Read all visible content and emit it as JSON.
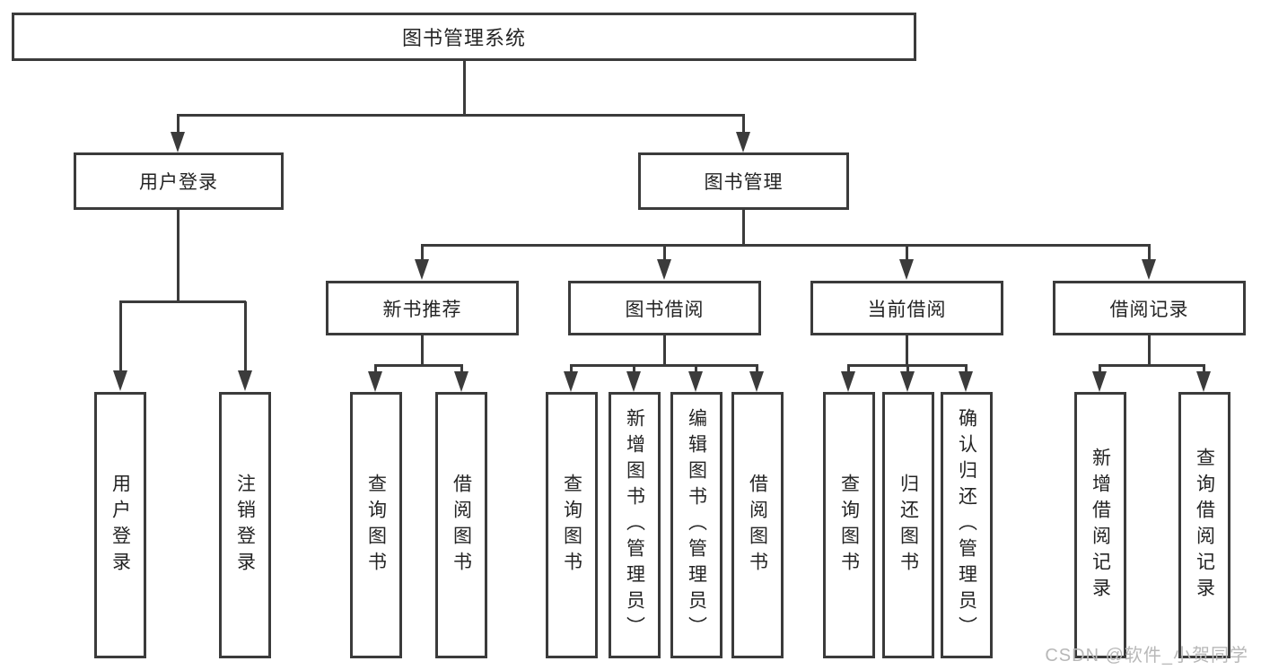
{
  "page": {
    "background_color": "#ffffff",
    "line_color": "#3b3b3b",
    "text_color": "#242424",
    "watermark_color": "#b8b8b8"
  },
  "diagram": {
    "type": "hierarchy-tree",
    "root": {
      "label": "图书管理系统"
    },
    "branches": [
      {
        "label": "用户登录",
        "children": [
          {
            "label": "用户登录"
          },
          {
            "label": "注销登录"
          }
        ]
      },
      {
        "label": "图书管理",
        "sections": [
          {
            "label": "新书推荐",
            "children": [
              {
                "label": "查询图书"
              },
              {
                "label": "借阅图书"
              }
            ]
          },
          {
            "label": "图书借阅",
            "children": [
              {
                "label": "查询图书"
              },
              {
                "label": "新增图书（管理员）"
              },
              {
                "label": "编辑图书（管理员）"
              },
              {
                "label": "借阅图书"
              }
            ]
          },
          {
            "label": "当前借阅",
            "children": [
              {
                "label": "查询图书"
              },
              {
                "label": "归还图书"
              },
              {
                "label": "确认归还（管理员）"
              }
            ]
          },
          {
            "label": "借阅记录",
            "children": [
              {
                "label": "新增借阅记录"
              },
              {
                "label": "查询借阅记录"
              }
            ]
          }
        ]
      }
    ]
  },
  "watermark": {
    "text": "CSDN @软件_小贺同学"
  }
}
